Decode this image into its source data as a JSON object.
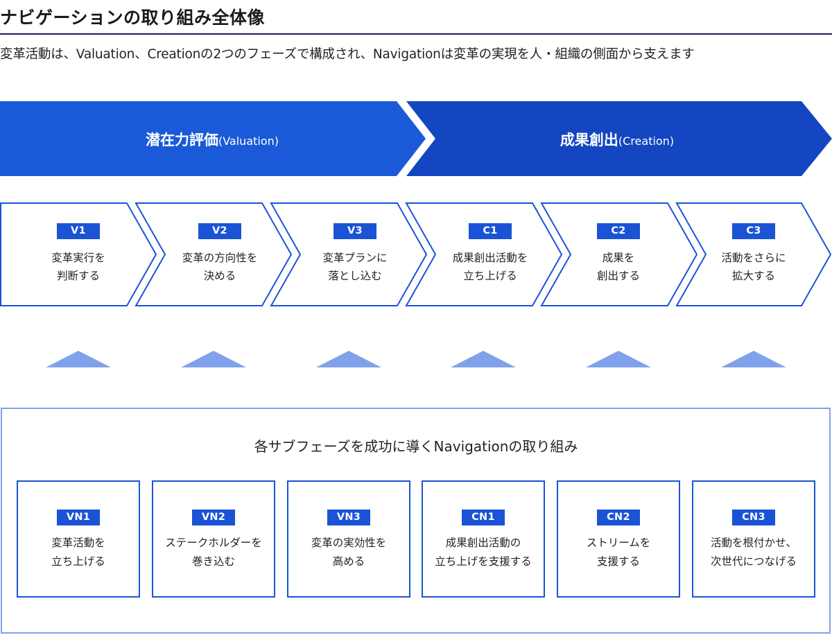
{
  "header": {
    "title": "ナビゲーションの取り組み全体像",
    "lead": "変革活動は、Valuation、Creationの2つのフェーズで構成され、Navigationは変革の実現を人・組織の側面から支えます"
  },
  "phases": [
    {
      "label": "潜在力評価",
      "sub": "(Valuation)"
    },
    {
      "label": "成果創出",
      "sub": "(Creation)"
    }
  ],
  "steps": [
    {
      "code": "V1",
      "text": "変革実行を\n判断する"
    },
    {
      "code": "V2",
      "text": "変革の方向性を\n決める"
    },
    {
      "code": "V3",
      "text": "変革プランに\n落とし込む"
    },
    {
      "code": "C1",
      "text": "成果創出活動を\n立ち上げる"
    },
    {
      "code": "C2",
      "text": "成果を\n創出する"
    },
    {
      "code": "C3",
      "text": "活動をさらに\n拡大する"
    }
  ],
  "navigation": {
    "heading": "各サブフェーズを成功に導くNavigationの取り組み",
    "items": [
      {
        "code": "VN1",
        "text": "変革活動を\n立ち上げる"
      },
      {
        "code": "VN2",
        "text": "ステークホルダーを\n巻き込む"
      },
      {
        "code": "VN3",
        "text": "変革の実効性を\n高める"
      },
      {
        "code": "CN1",
        "text": "成果創出活動の\n立ち上げを支援する"
      },
      {
        "code": "CN2",
        "text": "ストリームを\n支援する"
      },
      {
        "code": "CN3",
        "text": "活動を根付かせ、\n次世代につなげる"
      }
    ]
  },
  "colors": {
    "valuation_fill": "#1a5ad9",
    "creation_fill": "#1446c2",
    "accent": "#1a53d6",
    "triangle": "#7fa2ec",
    "panel_border": "#7fa2ec",
    "rule": "#1a1f5c"
  }
}
